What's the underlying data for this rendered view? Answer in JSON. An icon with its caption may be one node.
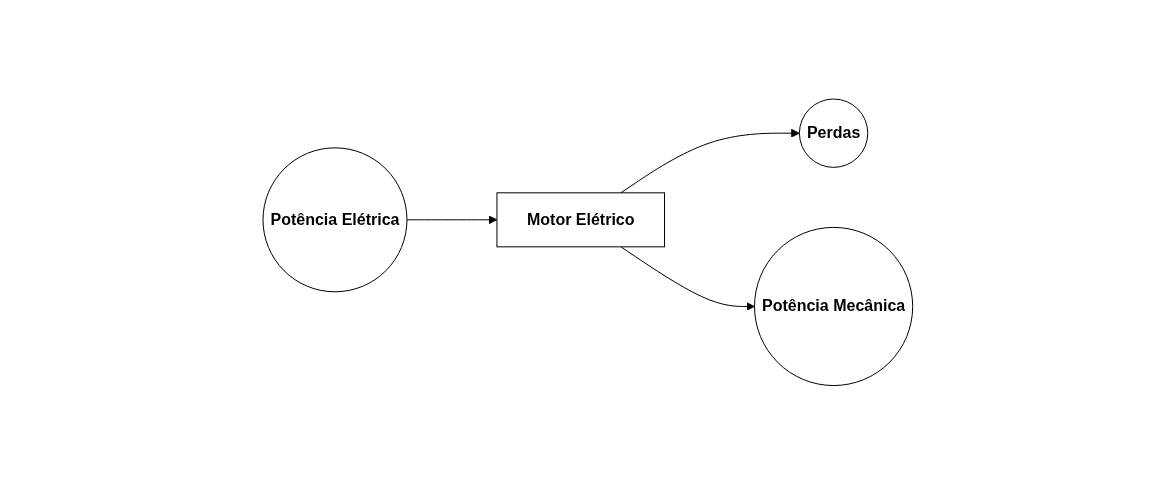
{
  "diagram": {
    "nodes": [
      {
        "text": [
          "Perdas"
        ]
      },
      {
        "text": [
          "Potência Elétrica"
        ]
      },
      {
        "text": [
          "Motor Elétrico"
        ]
      },
      {
        "text": [
          "Potência Mecânica"
        ]
      }
    ],
    "edges": [
      {
        "from": 1,
        "to": 2,
        "arrow": "to"
      },
      {
        "from": 2,
        "to": 0,
        "arrow": "to"
      },
      {
        "from": 2,
        "to": 3,
        "arrow": "to"
      }
    ]
  }
}
